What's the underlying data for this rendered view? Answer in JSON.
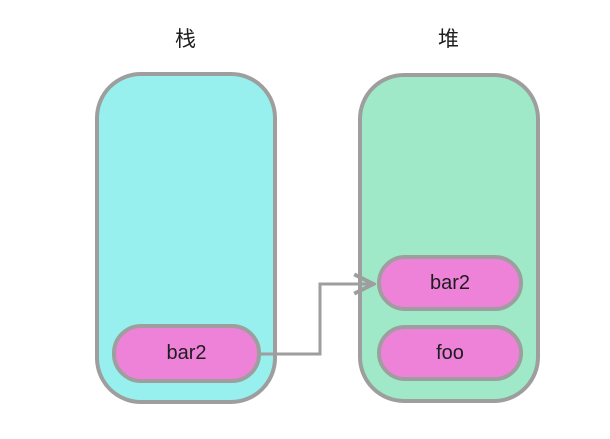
{
  "colors": {
    "background": "#ffffff",
    "stack_fill": "#97f0ed",
    "heap_fill": "#9fe9c8",
    "item_fill": "#ee82d9",
    "outline": "#9e9e9e",
    "connector": "#9e9e9e",
    "text": "#1d1d1d"
  },
  "diagram": {
    "stack": {
      "label": "栈",
      "items": [
        {
          "label": "bar2"
        }
      ]
    },
    "heap": {
      "label": "堆",
      "items": [
        {
          "label": "bar2"
        },
        {
          "label": "foo"
        }
      ]
    }
  }
}
